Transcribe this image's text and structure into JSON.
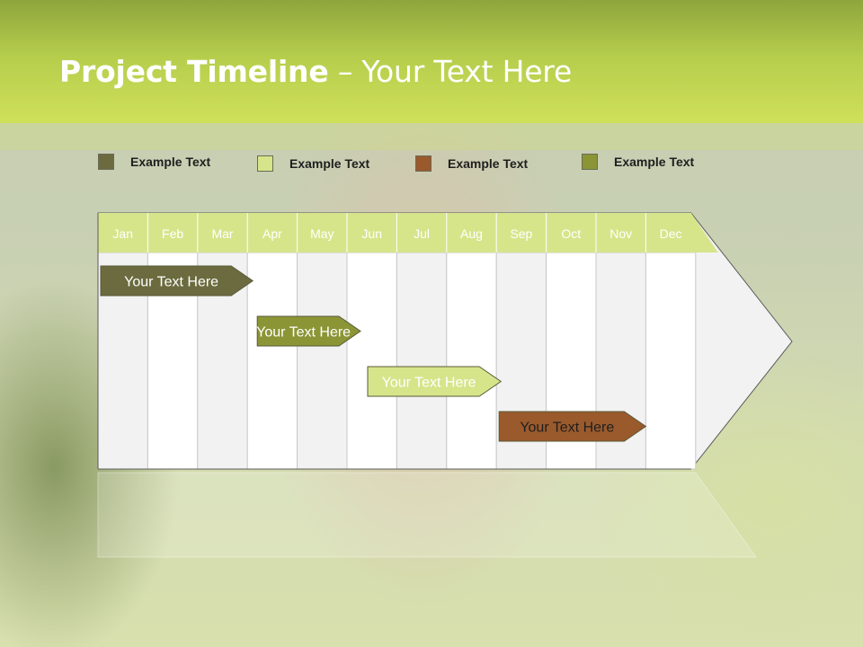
{
  "slide": {
    "title_bold": "Project Timeline",
    "title_rest": " – Your Text Here"
  },
  "legend": [
    {
      "label": "Example Text",
      "color": "#6b6b3f"
    },
    {
      "label": "Example Text",
      "color": "#d6e58a"
    },
    {
      "label": "Example Text",
      "color": "#9a5a2c"
    },
    {
      "label": "Example Text",
      "color": "#8b9535"
    }
  ],
  "months": [
    "Jan",
    "Feb",
    "Mar",
    "Apr",
    "May",
    "Jun",
    "Jul",
    "Aug",
    "Sep",
    "Oct",
    "Nov",
    "Dec"
  ],
  "tasks": [
    {
      "label": "Your  Text Here",
      "start_month": "Jan",
      "end_month": "Apr",
      "color": "#6b6b3f",
      "text_color": "#ffffff"
    },
    {
      "label": "Your  Text Here",
      "start_month": "Apr",
      "end_month": "Jun",
      "color": "#8b9535",
      "text_color": "#ffffff"
    },
    {
      "label": "Your  Text Here",
      "start_month": "Jun",
      "end_month": "Sep",
      "color": "#d6e58a",
      "text_color": "#ffffff"
    },
    {
      "label": "Your  Text Here",
      "start_month": "Sep",
      "end_month": "Dec",
      "color": "#9a5a2c",
      "text_color": "#1f1f1f"
    }
  ],
  "colors": {
    "header_bar": "#b5cd4c",
    "month_header": "#d6e58a",
    "column_light": "#f2f2f2",
    "column_white": "#ffffff"
  }
}
